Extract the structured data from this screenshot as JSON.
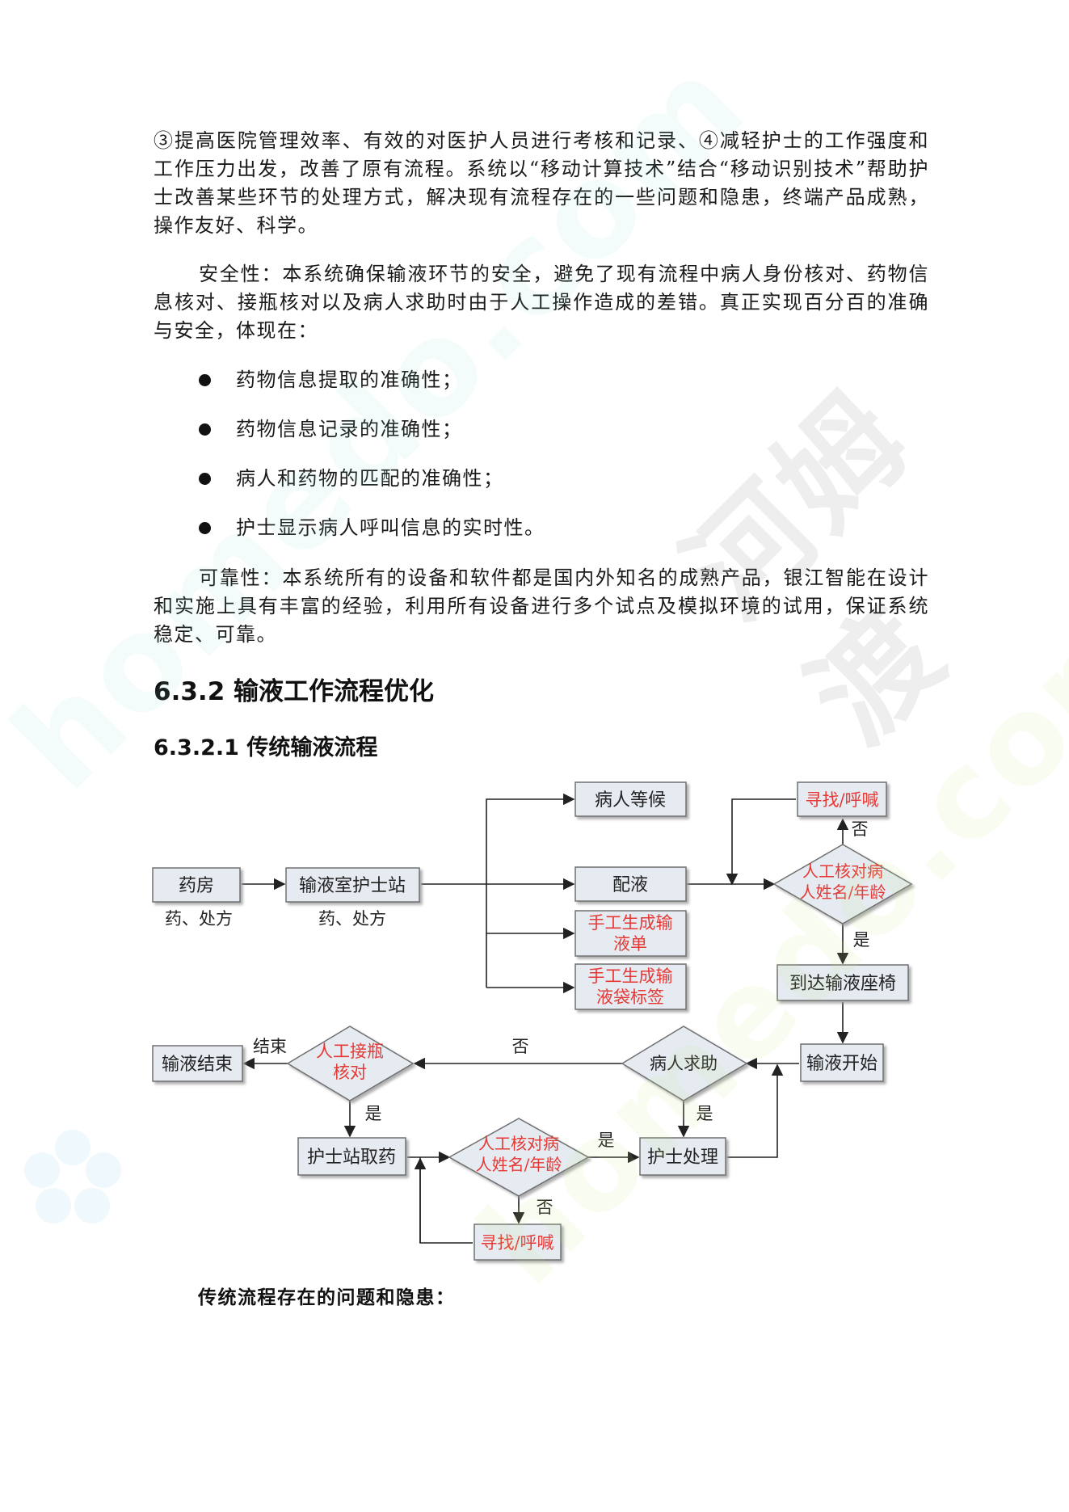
{
  "paragraphs": {
    "p1": "③提高医院管理效率、有效的对医护人员进行考核和记录、④减轻护士的工作强度和工作压力出发，改善了原有流程。系统以“移动计算技术”结合“移动识别技术”帮助护士改善某些环节的处理方式，解决现有流程存在的一些问题和隐患，终端产品成熟，操作友好、科学。",
    "p2": "安全性：本系统确保输液环节的安全，避免了现有流程中病人身份核对、药物信息核对、接瓶核对以及病人求助时由于人工操作造成的差错。真正实现百分百的准确与安全，体现在：",
    "p3": "可靠性：本系统所有的设备和软件都是国内外知名的成熟产品，银江智能在设计和实施上具有丰富的经验，利用所有设备进行多个试点及模拟环境的试用，保证系统稳定、可靠。"
  },
  "bullets": [
    "药物信息提取的准确性；",
    "药物信息记录的准确性；",
    "病人和药物的匹配的准确性；",
    "护士显示病人呼叫信息的实时性。"
  ],
  "headings": {
    "h2": "6.3.2 输液工作流程优化",
    "h3": "6.3.2.1 传统输液流程"
  },
  "flow": {
    "boxes": {
      "pharmacy": "药房",
      "nurse_station": "输液室护士站",
      "patient_wait": "病人等候",
      "mix": "配液",
      "manual_sheet_1": "手工生成输",
      "manual_sheet_2": "液单",
      "manual_label_1": "手工生成输",
      "manual_label_2": "液袋标签",
      "search_top": "寻找/呼喊",
      "arrive_seat": "到达输液座椅",
      "infusion_start": "输液开始",
      "infusion_end": "输液结束",
      "station_fetch": "护士站取药",
      "nurse_handle": "护士处理",
      "search_bottom": "寻找/呼喊"
    },
    "diamonds": {
      "check_top_1": "人工核对病",
      "check_top_2": "人姓名/年龄",
      "patient_help": "病人求助",
      "bottle_check_1": "人工接瓶",
      "bottle_check_2": "核对",
      "check_bottom_1": "人工核对病",
      "check_bottom_2": "人姓名/年龄"
    },
    "labels": {
      "pharmacy_sub": "药、处方",
      "station_sub": "药、处方",
      "no_top": "否",
      "yes_top": "是",
      "no_help": "否",
      "end_label": "结束",
      "yes_bottle": "是",
      "yes_help": "是",
      "yes_check": "是",
      "no_check": "否"
    },
    "colors": {
      "box_fill": "#e6ebf2",
      "box_stroke": "#707070",
      "red_text": "#e53935"
    }
  },
  "caption": "传统流程存在的问题和隐患：",
  "watermark": {
    "brand": "河姆渡",
    "site": "homedo.com"
  }
}
